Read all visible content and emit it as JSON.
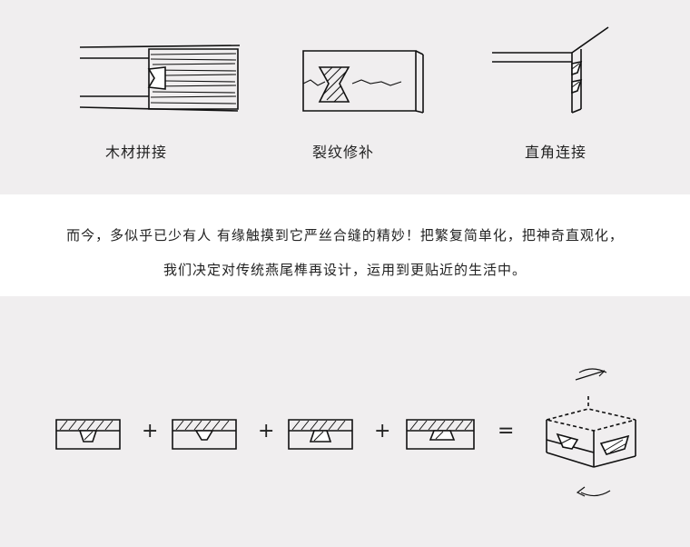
{
  "top": {
    "captions": [
      "木材拼接",
      "裂纹修补",
      "直角连接"
    ]
  },
  "middle": {
    "line1": "而今，多似乎已少有人 有缘触摸到它严丝合缝的精妙！把繁复简单化，把神奇直观化，",
    "line2": "我们决定对传统燕尾榫再设计，运用到更贴近的生活中。"
  },
  "bottom": {
    "operators": [
      "+",
      "+",
      "+",
      "="
    ]
  },
  "colors": {
    "band": "#f0eeef",
    "ink": "#111111"
  }
}
